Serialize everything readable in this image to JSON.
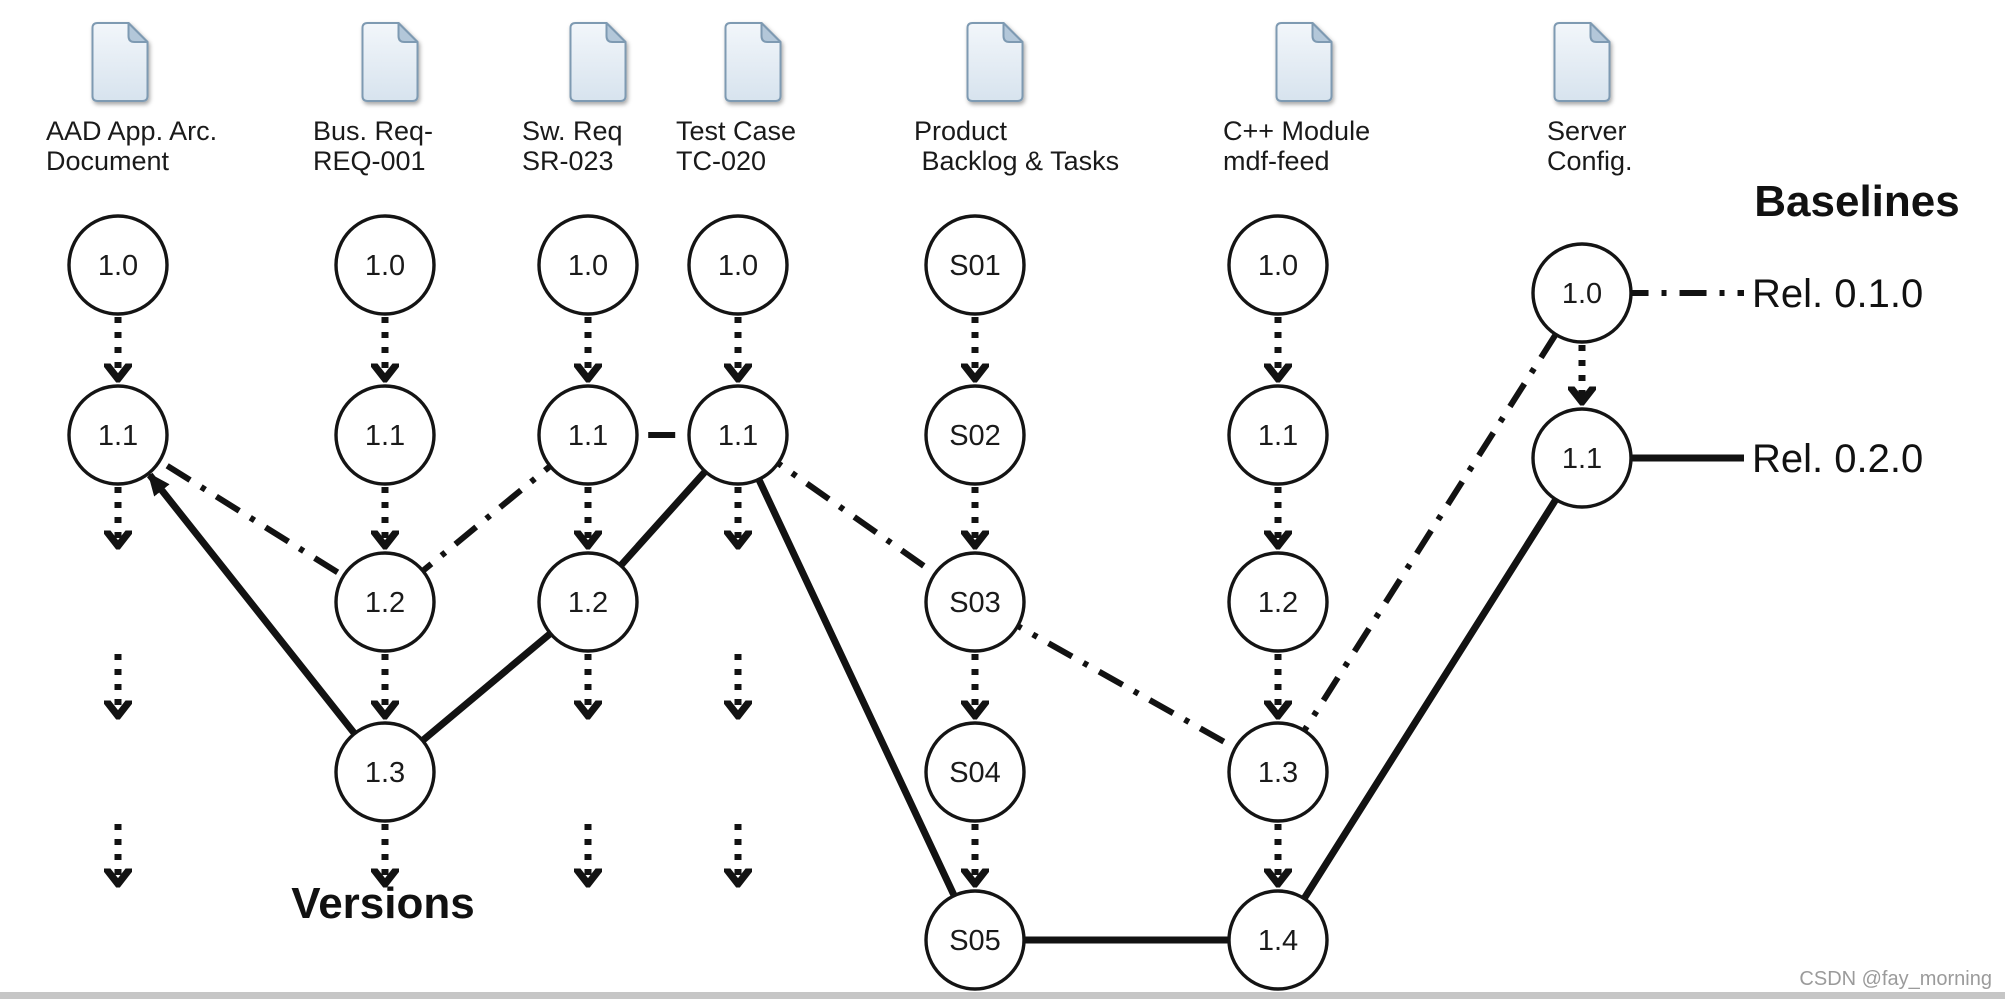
{
  "page": {
    "footer_bar_color": "#c6c6c6"
  },
  "headings": {
    "versions": "Versions",
    "baselines": "Baselines"
  },
  "watermark": {
    "text": "CSDN @fay_morning",
    "color": "#9b9b9b"
  },
  "colors": {
    "line": "#121212",
    "node_fill": "#ffffff",
    "node_stroke": "#141414",
    "text": "#1a1a1a",
    "icon_fill_top": "#f0f5fa",
    "icon_fill_bottom": "#d7e3ee",
    "icon_fold": "#b3c7d9",
    "icon_border": "#7e9ab2"
  },
  "artifacts": [
    {
      "id": "aad",
      "label_lines": [
        "AAD App. Arc.",
        "Document"
      ],
      "versions": [
        "1.0",
        "1.1"
      ]
    },
    {
      "id": "bus-req",
      "label_lines": [
        "Bus. Req-",
        "REQ-001"
      ],
      "versions": [
        "1.0",
        "1.1",
        "1.2",
        "1.3"
      ]
    },
    {
      "id": "sw-req",
      "label_lines": [
        "Sw. Req",
        "SR-023"
      ],
      "versions": [
        "1.0",
        "1.1",
        "1.2"
      ]
    },
    {
      "id": "test-case",
      "label_lines": [
        "Test Case",
        "TC-020"
      ],
      "versions": [
        "1.0",
        "1.1"
      ]
    },
    {
      "id": "product-backlog",
      "label_lines": [
        "Product",
        " Backlog & Tasks"
      ],
      "versions": [
        "S01",
        "S02",
        "S03",
        "S04",
        "S05"
      ]
    },
    {
      "id": "cpp-module",
      "label_lines": [
        "C++ Module",
        "mdf-feed"
      ],
      "versions": [
        "1.0",
        "1.1",
        "1.2",
        "1.3",
        "1.4"
      ]
    },
    {
      "id": "server-config",
      "label_lines": [
        "Server",
        "Config."
      ],
      "versions": [
        "1.0",
        "1.1"
      ]
    }
  ],
  "baselines": [
    {
      "name": "Rel. 0.1.0",
      "line_style": "dash-dot",
      "members": [
        {
          "artifact": "aad",
          "version": "1.1"
        },
        {
          "artifact": "bus-req",
          "version": "1.2"
        },
        {
          "artifact": "sw-req",
          "version": "1.1"
        },
        {
          "artifact": "test-case",
          "version": "1.1"
        },
        {
          "artifact": "product-backlog",
          "version": "S03"
        },
        {
          "artifact": "cpp-module",
          "version": "1.3"
        },
        {
          "artifact": "server-config",
          "version": "1.0"
        }
      ]
    },
    {
      "name": "Rel. 0.2.0",
      "line_style": "solid",
      "members": [
        {
          "artifact": "aad",
          "version": "1.1"
        },
        {
          "artifact": "bus-req",
          "version": "1.3"
        },
        {
          "artifact": "sw-req",
          "version": "1.2"
        },
        {
          "artifact": "test-case",
          "version": "1.1"
        },
        {
          "artifact": "product-backlog",
          "version": "S05"
        },
        {
          "artifact": "cpp-module",
          "version": "1.4"
        },
        {
          "artifact": "server-config",
          "version": "1.1"
        }
      ]
    }
  ]
}
